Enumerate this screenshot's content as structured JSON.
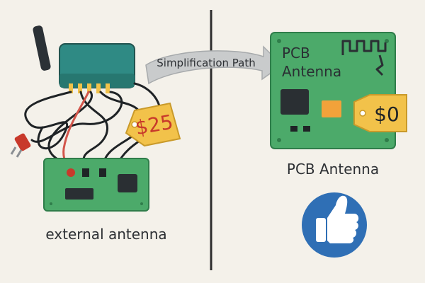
{
  "left": {
    "caption": "external antenna",
    "price": "$25"
  },
  "right": {
    "pcb_label_line1": "PCB",
    "pcb_label_line2": "Antenna",
    "caption": "PCB Antenna",
    "price": "$0"
  },
  "arrow": {
    "label": "Simplification Path"
  },
  "colors": {
    "background": "#f4f1ea",
    "pcb_green": "#4caa6a",
    "router_teal": "#2f8a84",
    "tag_yellow": "#f2c24a",
    "price_red": "#c8392b",
    "thumb_blue": "#2f6fb5",
    "divider": "#2d2d2d"
  },
  "icons": {
    "router": "router-icon",
    "cable_plug": "cable-plug-icon",
    "price_tag": "price-tag-icon",
    "thumbs_up": "thumbs-up-icon",
    "trace_antenna": "trace-antenna-icon"
  }
}
